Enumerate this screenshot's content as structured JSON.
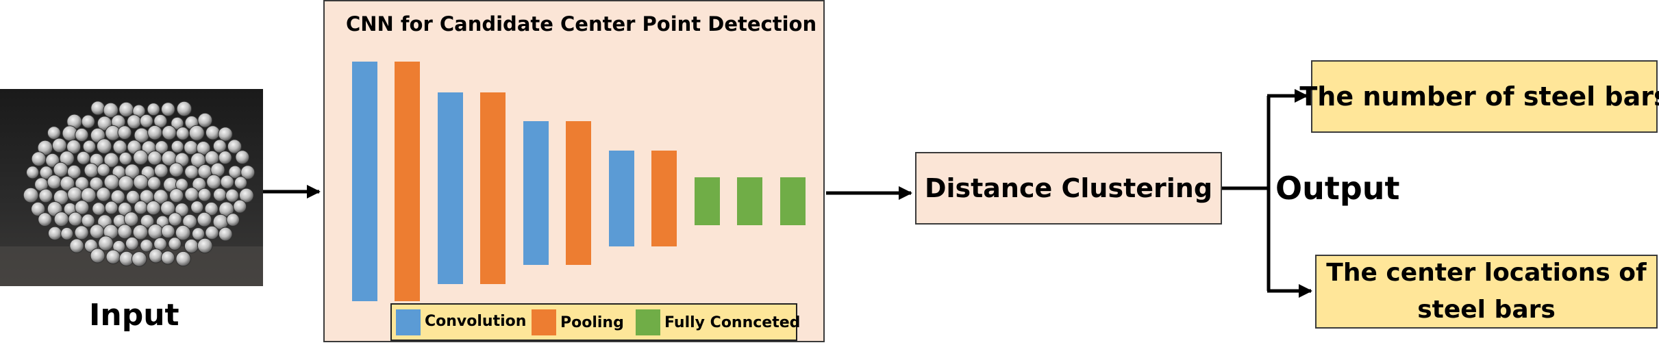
{
  "input": {
    "label": "Input"
  },
  "cnn": {
    "title": "CNN for Candidate Center Point Detection",
    "legend": [
      {
        "name": "Convolution",
        "color": "#5b9bd5"
      },
      {
        "name": "Pooling",
        "color": "#ed7d31"
      },
      {
        "name": "Fully Connceted",
        "color": "#70ad47"
      }
    ]
  },
  "clustering": {
    "label": "Distance Clustering"
  },
  "output": {
    "label": "Output",
    "items": [
      "The number of steel bars",
      "The center locations of steel bars"
    ]
  },
  "colors": {
    "box_fill": "#fbe5d6",
    "output_fill": "#ffe699",
    "convolution": "#5b9bd5",
    "pooling": "#ed7d31",
    "fully_connected": "#70ad47"
  }
}
